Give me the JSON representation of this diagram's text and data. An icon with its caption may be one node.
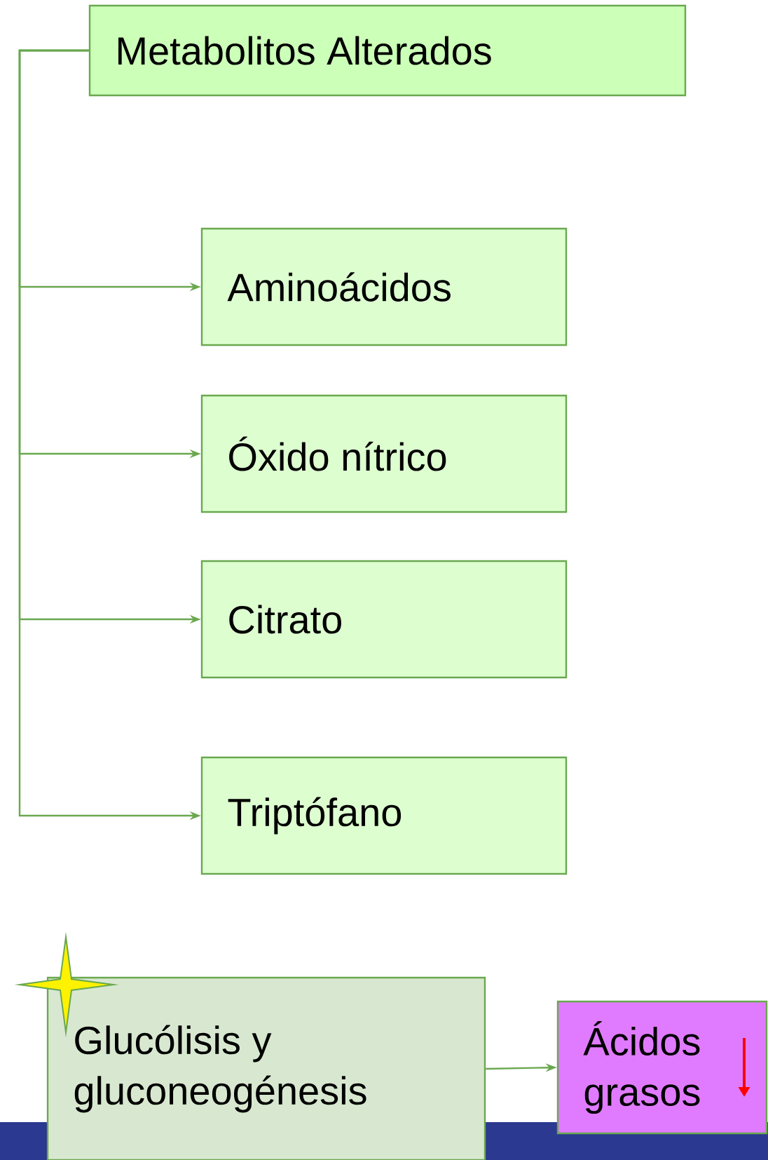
{
  "diagram": {
    "nodes": [
      {
        "text": [
          "Metabolitos Alterados"
        ]
      },
      {
        "text": [
          "Aminoácidos"
        ]
      },
      {
        "text": [
          "Óxido nítrico"
        ]
      },
      {
        "text": [
          "Citrato"
        ]
      },
      {
        "text": [
          "Triptófano"
        ]
      },
      {
        "text": [
          "Glucólisis y gluconeogénesis"
        ]
      },
      {
        "text": [
          "Ácidos grasos"
        ]
      }
    ],
    "edges": [
      {
        "from": 0,
        "to": 1,
        "arrow": "to"
      },
      {
        "from": 0,
        "to": 2,
        "arrow": "to"
      },
      {
        "from": 0,
        "to": 3,
        "arrow": "to"
      },
      {
        "from": 0,
        "to": 4,
        "arrow": "to"
      },
      {
        "from": 5,
        "to": 6,
        "arrow": "to"
      }
    ]
  }
}
